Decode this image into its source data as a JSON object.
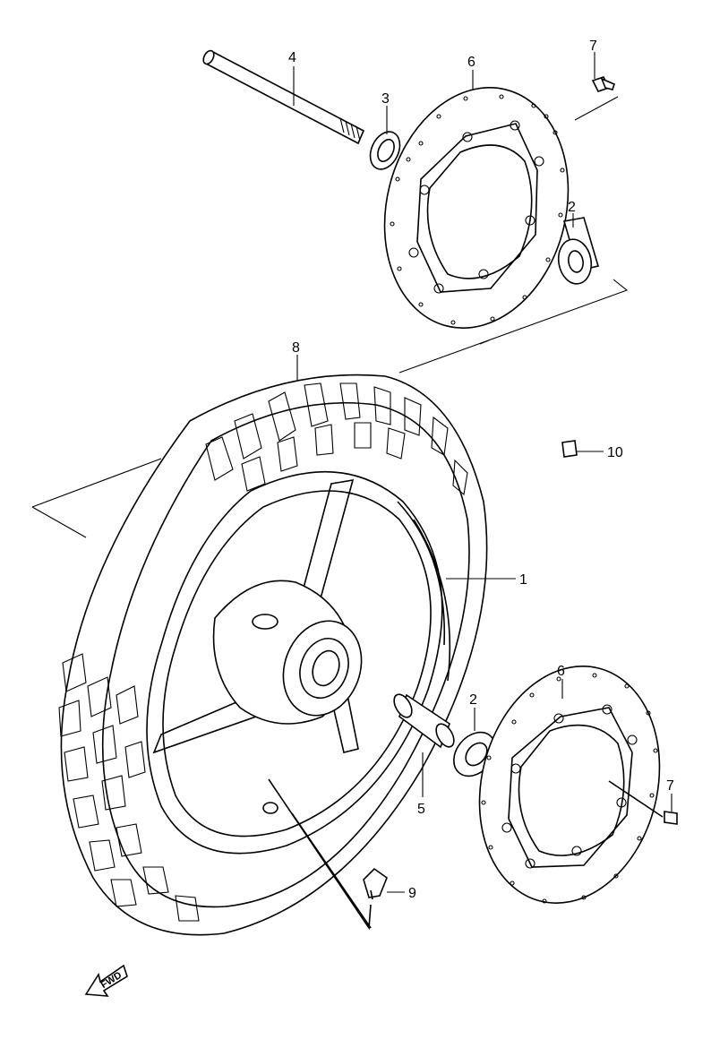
{
  "callouts": {
    "axle": "4",
    "seal": "3",
    "disc_top": "6",
    "bolt_top": "7",
    "bearing_top": "2",
    "tire": "8",
    "wheel": "1",
    "balance_weight": "10",
    "disc_bottom": "6",
    "bearing_bottom": "2",
    "spacer": "5",
    "bolt_bottom": "7",
    "valve": "9"
  },
  "fwd_label": "FWD"
}
